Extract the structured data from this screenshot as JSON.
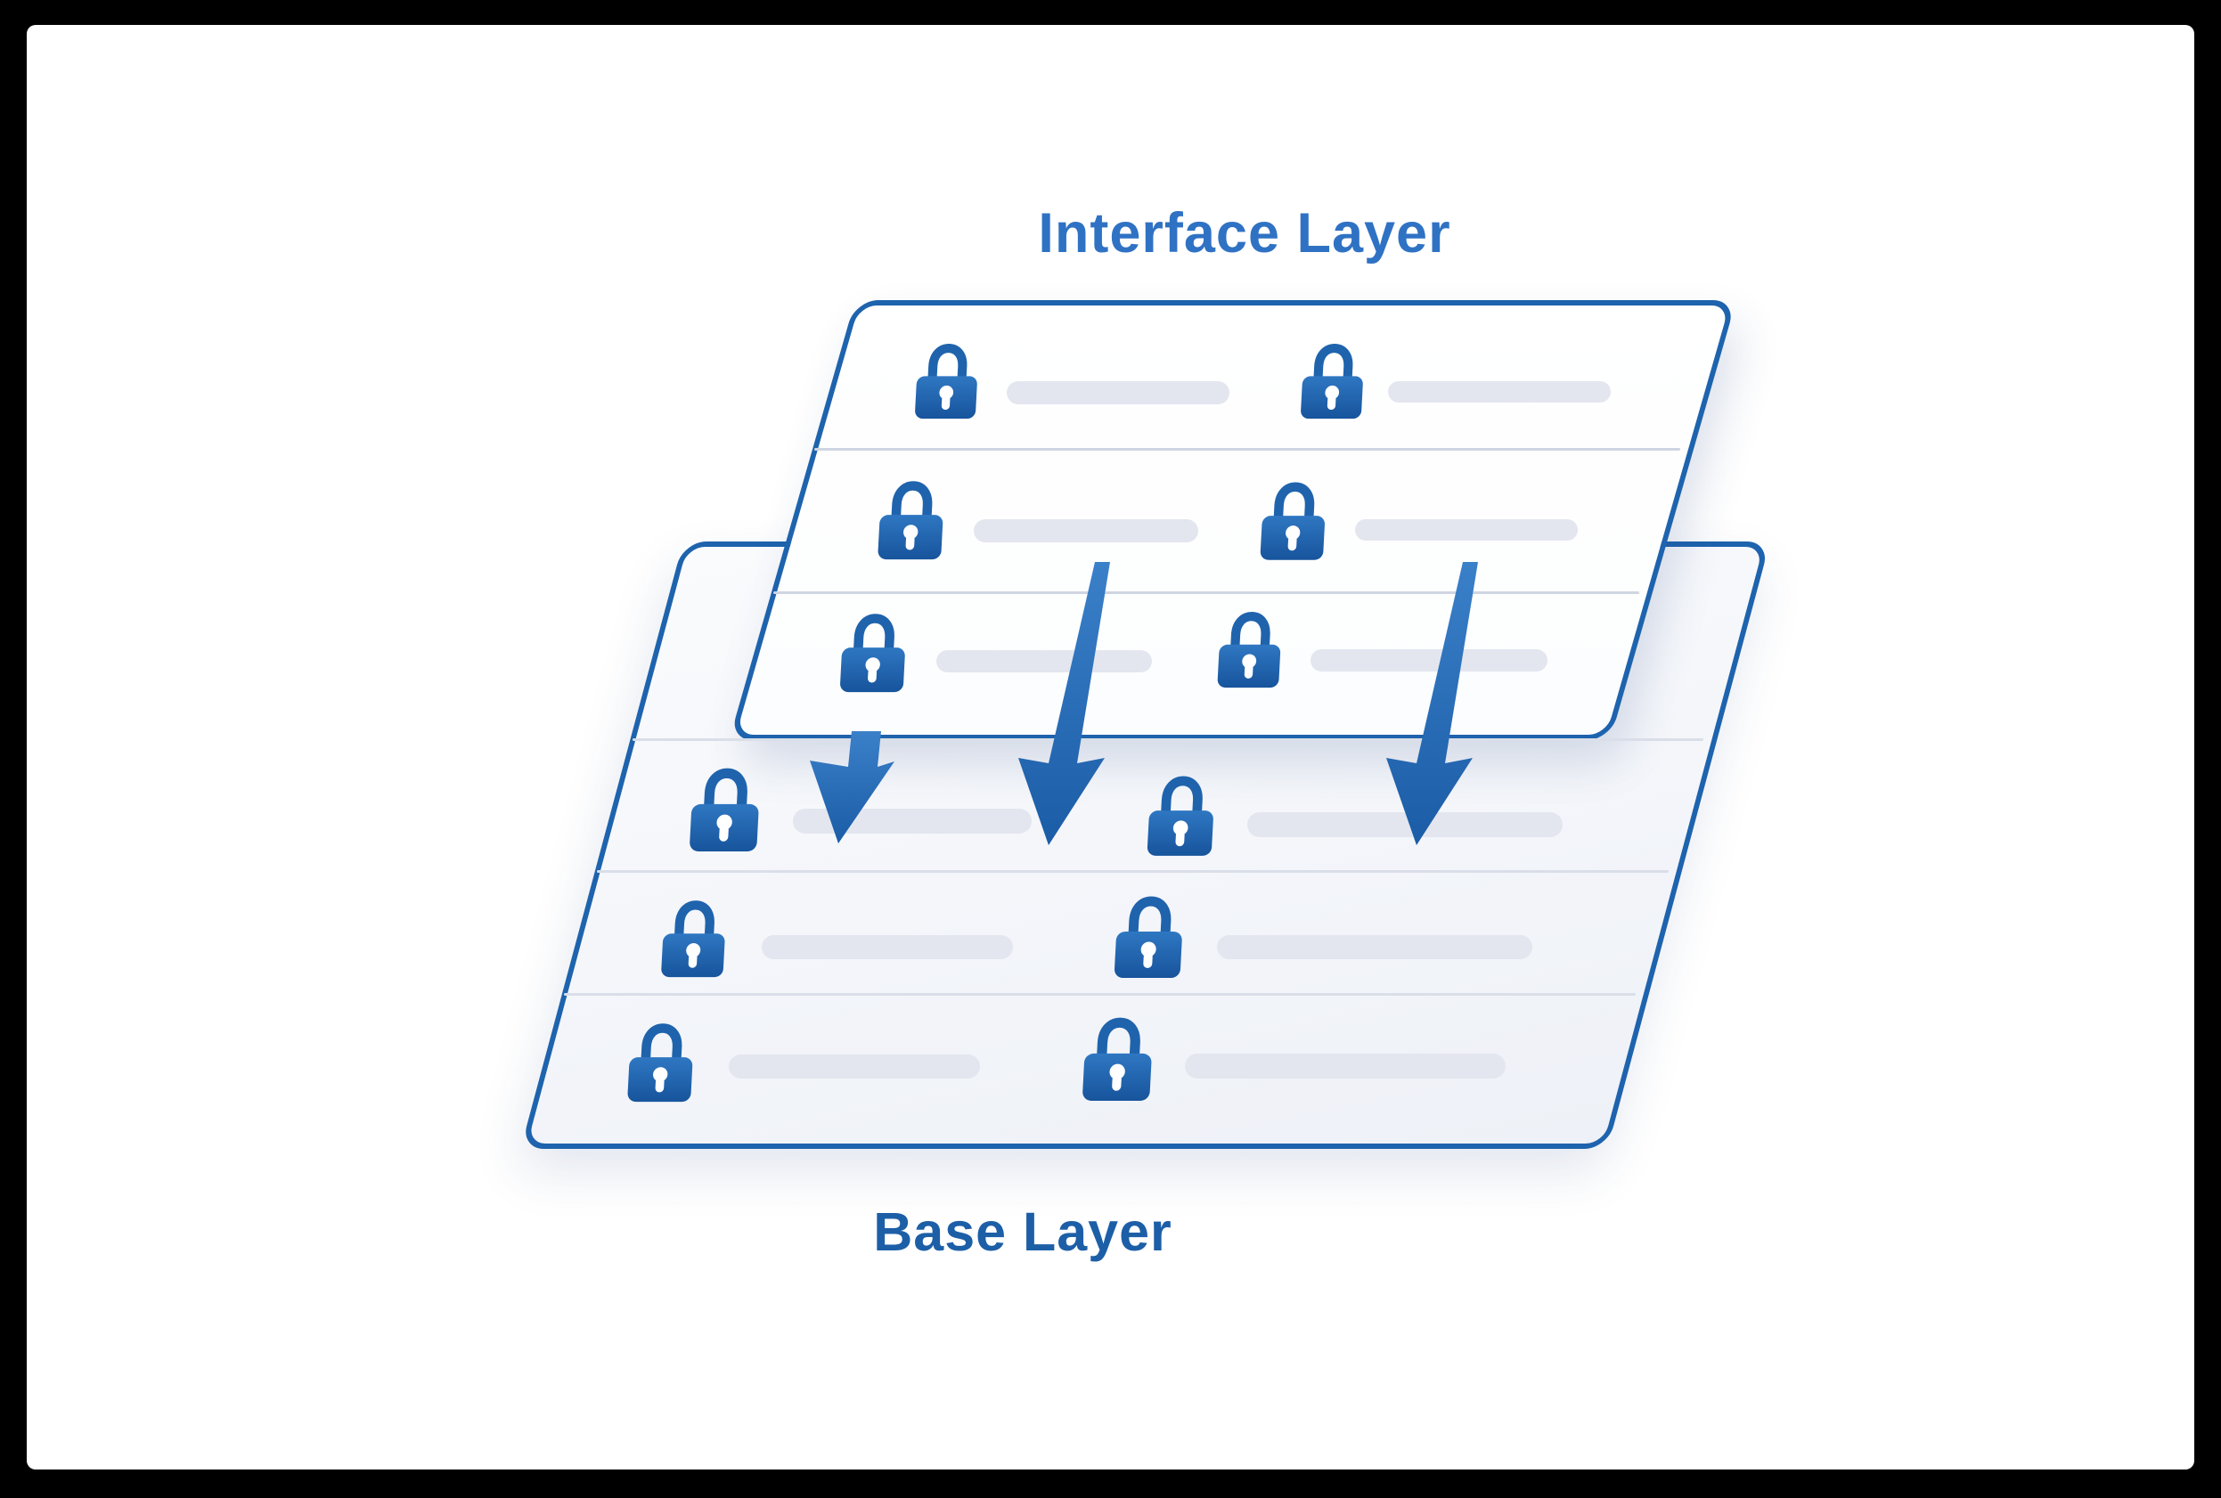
{
  "diagram": {
    "title_top": "Interface Layer",
    "title_bottom": "Base Layer",
    "colors": {
      "title_top": "#2f72c4",
      "title_bottom": "#1d5fa7",
      "panel_border": "#1e63ad",
      "lock": "#1d5fa8",
      "bar": "#e3e6ef",
      "arrow": "#2268b2",
      "background": "#ffffff",
      "frame": "#000000"
    },
    "panels": [
      {
        "id": "interface-layer",
        "label": "Interface Layer",
        "rows": [
          {
            "items": [
              {
                "icon": "lock-icon",
                "bar": "placeholder-bar"
              },
              {
                "icon": "lock-icon",
                "bar": "placeholder-bar"
              }
            ]
          },
          {
            "items": [
              {
                "icon": "lock-icon",
                "bar": "placeholder-bar"
              },
              {
                "icon": "lock-icon",
                "bar": "placeholder-bar"
              }
            ]
          },
          {
            "items": [
              {
                "icon": "lock-icon",
                "bar": "placeholder-bar"
              },
              {
                "icon": "lock-icon",
                "bar": "placeholder-bar"
              }
            ]
          }
        ]
      },
      {
        "id": "base-layer",
        "label": "Base Layer",
        "rows": [
          {
            "items": [
              {
                "icon": "lock-icon",
                "bar": "placeholder-bar"
              },
              {
                "icon": "lock-icon",
                "bar": "placeholder-bar"
              }
            ]
          },
          {
            "items": [
              {
                "icon": "lock-icon",
                "bar": "placeholder-bar"
              },
              {
                "icon": "lock-icon",
                "bar": "placeholder-bar"
              }
            ]
          },
          {
            "items": [
              {
                "icon": "lock-icon",
                "bar": "placeholder-bar"
              },
              {
                "icon": "lock-icon",
                "bar": "placeholder-bar"
              }
            ]
          }
        ]
      }
    ],
    "arrows": [
      {
        "name": "down-arrow",
        "from": "interface-layer",
        "to": "base-layer",
        "direction": "down"
      },
      {
        "name": "down-arrow",
        "from": "interface-layer",
        "to": "base-layer",
        "direction": "down"
      },
      {
        "name": "down-arrow",
        "from": "interface-layer",
        "to": "base-layer",
        "direction": "down"
      }
    ]
  }
}
